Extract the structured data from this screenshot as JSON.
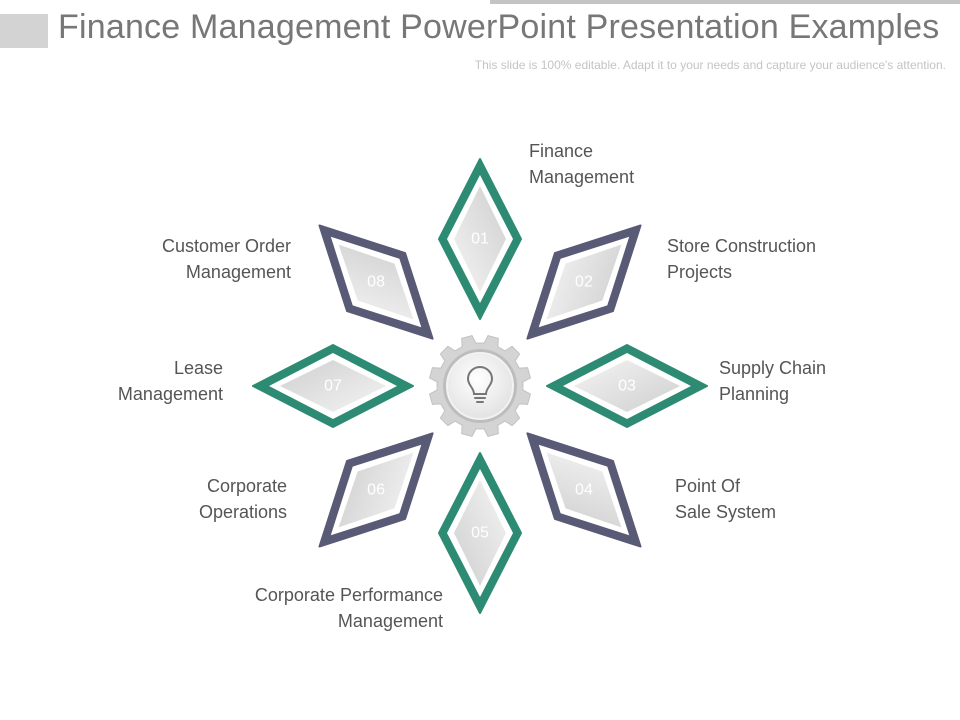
{
  "title": "Finance Management PowerPoint Presentation Examples",
  "subtitle": "This slide is 100% editable. Adapt it to your needs and capture your audience's attention.",
  "colors": {
    "green": "#2e8b73",
    "slate": "#585a76",
    "gear": "#d4d4d4"
  },
  "center_icon": "lightbulb-icon",
  "items": [
    {
      "number": "01",
      "label": "Finance\nManagement",
      "color": "green"
    },
    {
      "number": "02",
      "label": "Store Construction\nProjects",
      "color": "slate"
    },
    {
      "number": "03",
      "label": "Supply Chain\nPlanning",
      "color": "green"
    },
    {
      "number": "04",
      "label": "Point Of\nSale System",
      "color": "slate"
    },
    {
      "number": "05",
      "label": "Corporate Performance\nManagement",
      "color": "green"
    },
    {
      "number": "06",
      "label": "Corporate\nOperations",
      "color": "slate"
    },
    {
      "number": "07",
      "label": "Lease\nManagement",
      "color": "green"
    },
    {
      "number": "08",
      "label": "Customer Order\nManagement",
      "color": "slate"
    }
  ]
}
